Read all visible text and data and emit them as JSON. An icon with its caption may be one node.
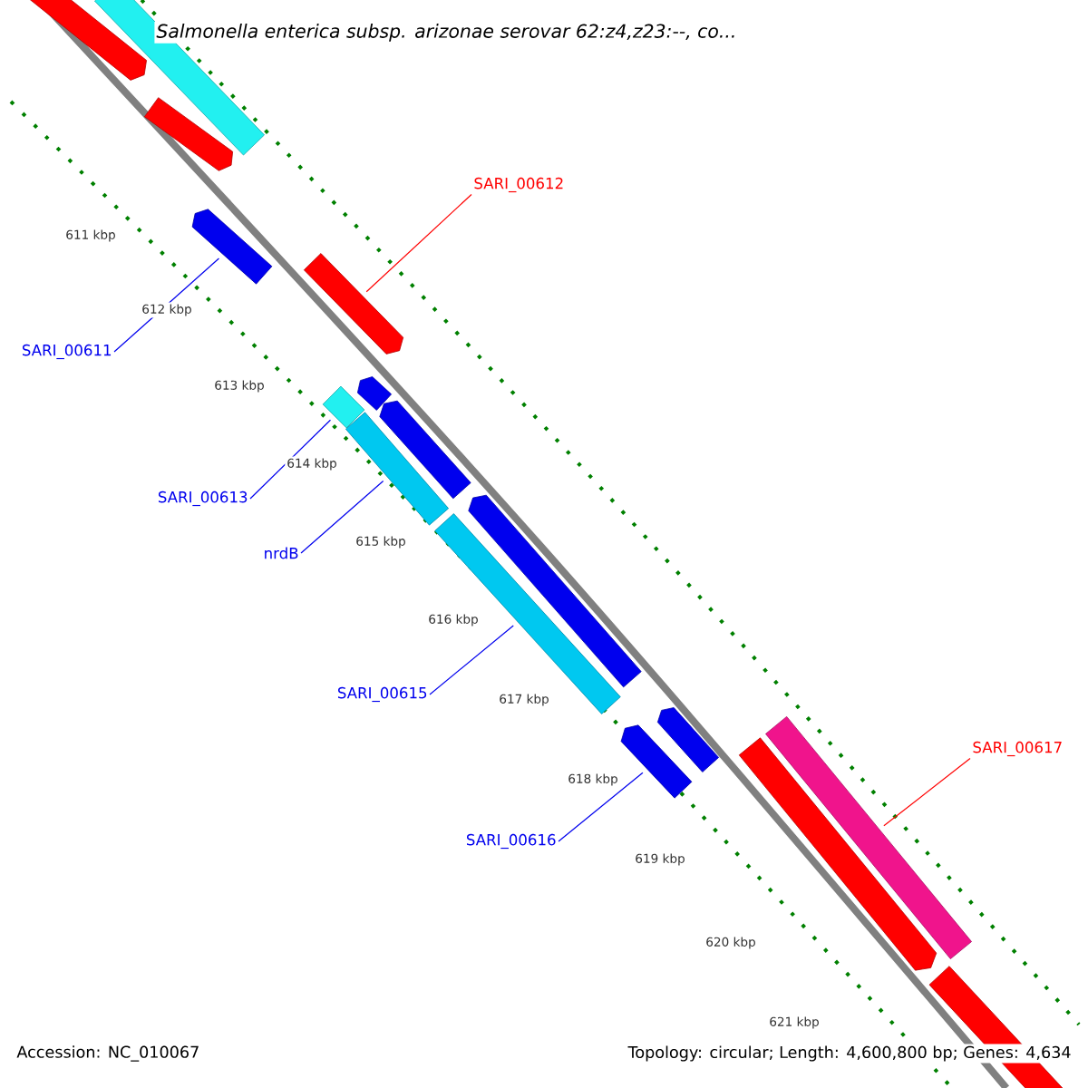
{
  "diagram": {
    "title": "Salmonella enterica subsp. arizonae serovar 62:z4,z23:--, co...",
    "nodes": [
      {
        "text": [
          "SARI_00612"
        ]
      },
      {
        "text": [],
        "shape": "bar"
      },
      {
        "text": [
          "SARI_00611"
        ]
      },
      {
        "text": [],
        "shape": "bar"
      },
      {
        "text": [
          "SARI_00613"
        ]
      },
      {
        "text": [],
        "shape": "bar"
      },
      {
        "text": [
          "nrdB"
        ]
      },
      {
        "text": [],
        "shape": "bar"
      },
      {
        "text": [
          "SARI_00615"
        ]
      },
      {
        "text": [],
        "shape": "bar"
      },
      {
        "text": [
          "SARI_00616"
        ]
      },
      {
        "text": [],
        "shape": "bar"
      },
      {
        "text": [
          "SARI_00617"
        ]
      },
      {
        "text": [],
        "shape": "bar"
      },
      {
        "text": [],
        "shape": "bar"
      },
      {
        "text": [],
        "shape": "bar"
      },
      {
        "text": [],
        "shape": "bar"
      },
      {
        "text": [],
        "shape": "bar"
      },
      {
        "text": [],
        "shape": "bar"
      },
      {
        "text": [],
        "shape": "bar"
      },
      {
        "text": [],
        "shape": "bar"
      },
      {
        "text": [],
        "shape": "bar"
      },
      {
        "text": [],
        "shape": "bar"
      }
    ],
    "edges": [
      {
        "from": 0,
        "to": 1,
        "arrow": "none",
        "color": "#ff0000"
      },
      {
        "from": 2,
        "to": 3,
        "arrow": "none"
      },
      {
        "from": 4,
        "to": 5,
        "arrow": "none"
      },
      {
        "from": 6,
        "to": 7,
        "arrow": "none"
      },
      {
        "from": 8,
        "to": 9,
        "arrow": "none"
      },
      {
        "from": 10,
        "to": 11,
        "arrow": "none"
      },
      {
        "from": 12,
        "to": 13,
        "arrow": "none",
        "color": "#ff0000"
      }
    ],
    "labels": [
      "611 kbp",
      "612 kbp",
      "613 kbp",
      "614 kbp",
      "615 kbp",
      "616 kbp",
      "617 kbp",
      "618 kbp",
      "619 kbp",
      "620 kbp",
      "621 kbp",
      "Accession: NC_010067",
      "Topology: circular; Length: 4,600,800 bp; Genes: 4,634"
    ]
  }
}
